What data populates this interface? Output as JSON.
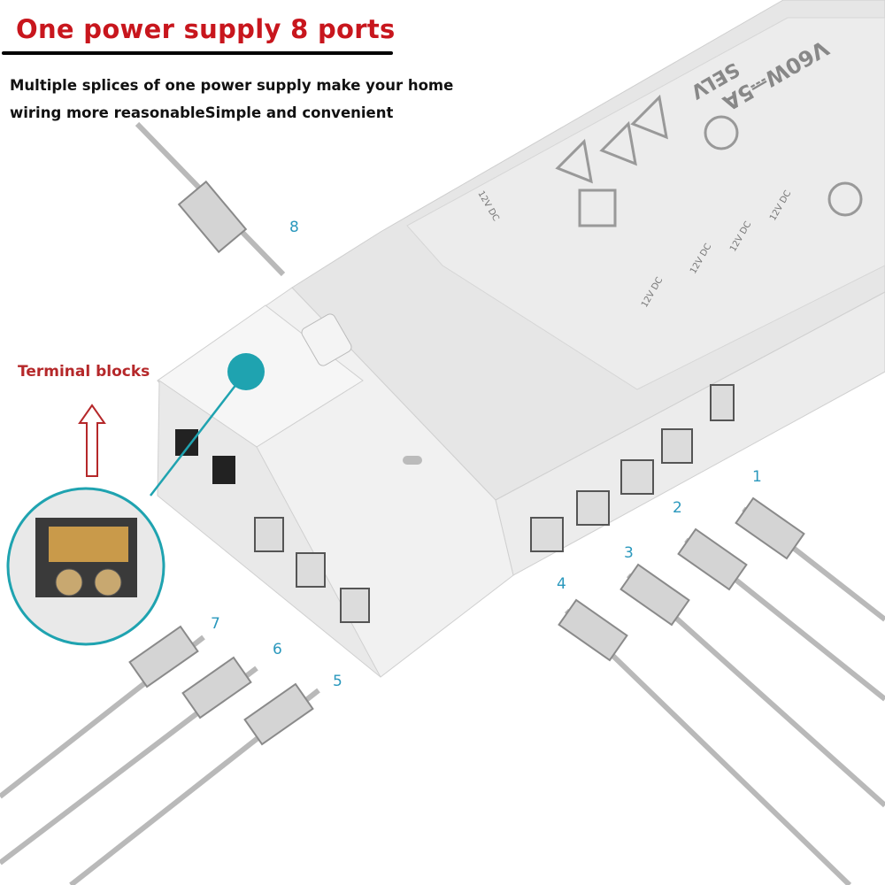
{
  "header": {
    "title": "One power supply 8 ports",
    "subtitle_line1": "Multiple splices of one power supply make your home",
    "subtitle_line2": "wiring more reasonableSimple and convenient"
  },
  "callout": {
    "label": "Terminal blocks",
    "accent_color": "#1fa3b0",
    "label_color": "#b5282a"
  },
  "product_markings": {
    "rating": "V60W⎓5A",
    "selv": "SELV",
    "port_label": "12V DC"
  },
  "ports": [
    "1",
    "2",
    "3",
    "4",
    "5",
    "6",
    "7",
    "8"
  ]
}
